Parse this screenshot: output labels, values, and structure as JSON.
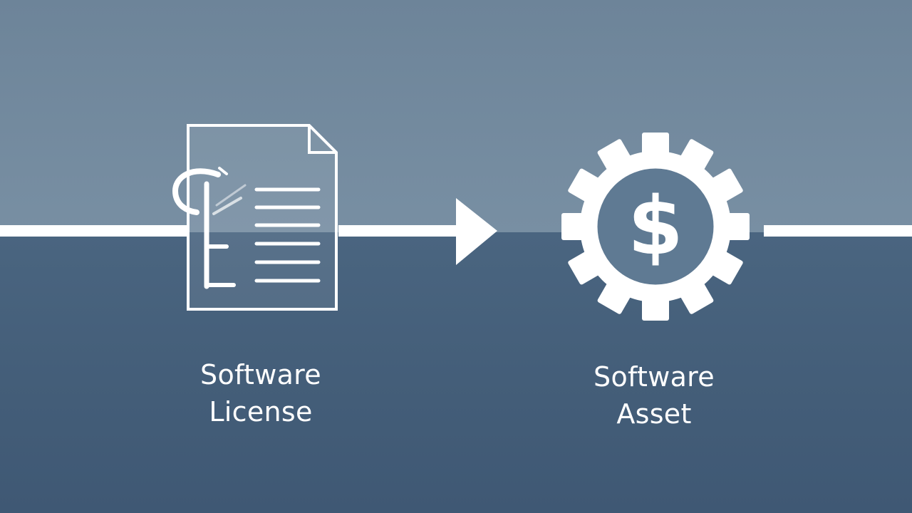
{
  "nodes": [
    {
      "id": "license",
      "icon": "license-document-icon",
      "label_lines": [
        "Software",
        "License"
      ]
    },
    {
      "id": "asset",
      "icon": "gear-dollar-icon",
      "label_lines": [
        "Software",
        "Asset"
      ],
      "icon_symbol": "$"
    }
  ],
  "edge": {
    "from": "license",
    "to": "asset",
    "icon": "arrow-right-icon"
  },
  "colors": {
    "background_top": "#788fa3",
    "background_bottom": "#435d78",
    "foreground": "#ffffff"
  }
}
